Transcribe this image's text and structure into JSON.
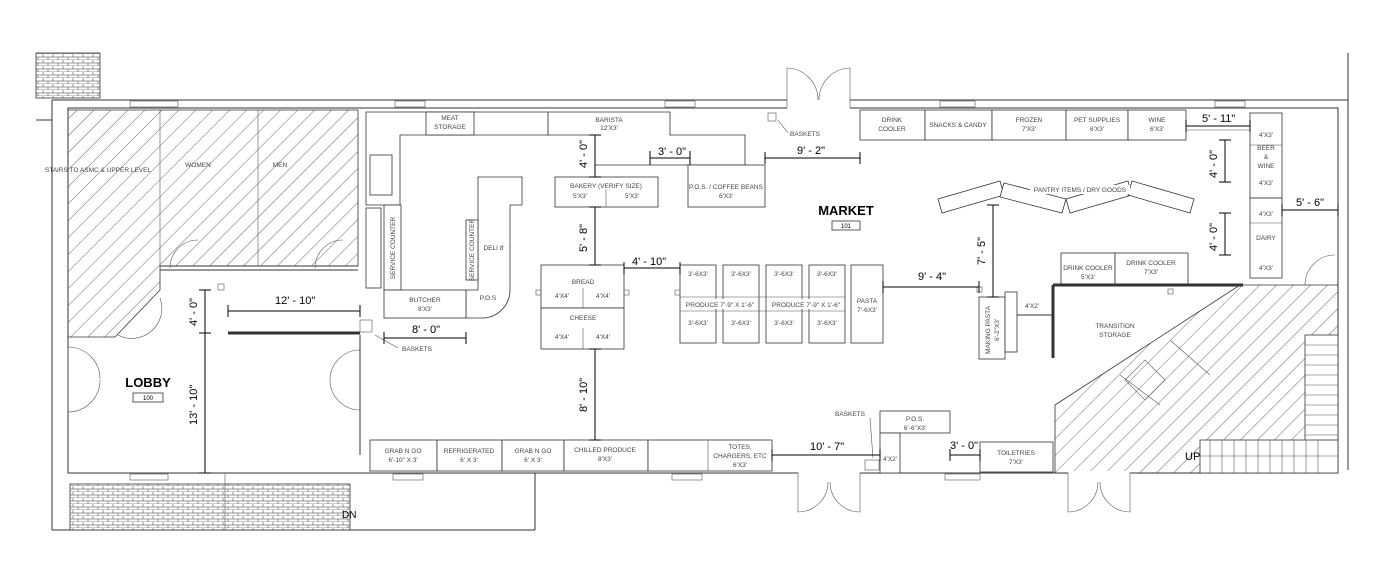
{
  "rooms": {
    "market": {
      "name": "MARKET",
      "number": "101"
    },
    "lobby": {
      "name": "LOBBY",
      "number": "100"
    }
  },
  "areas": {
    "stairs": "STAIRS TO ASMC & UPPER LEVEL",
    "women": "WOMEN",
    "men": "MEN",
    "transition_storage": [
      "TRANSITION",
      "STORAGE"
    ]
  },
  "fixtures": {
    "meat_storage": [
      "MEAT",
      "STORAGE"
    ],
    "barista": [
      "BARISTA",
      "12'X3'"
    ],
    "baskets_top": "BASKETS",
    "bakery": [
      "BAKERY (VERIFY SIZE)",
      "5'X3'",
      "5'X3'"
    ],
    "pos_coffee": [
      "P.O.S. / COFFEE BEANS",
      "6'X3'"
    ],
    "service_counter": "SERVICE COUNTER",
    "service_counter_2": "SERVICE COUNTER",
    "deli": "DELI 8'",
    "butcher": [
      "BUTCHER",
      "8'X3'"
    ],
    "pos_butcher": "P.O.S",
    "baskets_left": "BASKETS",
    "bread": [
      "BREAD",
      "4'X4'",
      "4'X4'"
    ],
    "cheese": [
      "CHEESE",
      "4'X4'",
      "4'X4'"
    ],
    "produce_cell": "3'-6X3'",
    "produce_1": "PRODUCE 7'-9\" X 1'-6\"",
    "produce_2": "PRODUCE 7'-9\" X 1'-6\"",
    "pasta": [
      "PASTA",
      "7'-6X3'"
    ],
    "drink_cooler_top": [
      "DRINK",
      "COOLER"
    ],
    "snacks_candy": "SNACKS & CANDY",
    "frozen": [
      "FROZEN",
      "7'X3'"
    ],
    "pet_supplies": [
      "PET SUPPLIES",
      "6'X3'"
    ],
    "wine": [
      "WINE",
      "6'X3'"
    ],
    "pantry": "PANTRY ITEMS / DRY GOODS",
    "beer_wine": [
      "4'X3'",
      "BEER",
      "&",
      "WINE",
      "4'X3'"
    ],
    "dairy": [
      "4'X3'",
      "DAIRY",
      "4'X3'"
    ],
    "drink_cooler_1": [
      "DRINK COOLER",
      "5'X3'"
    ],
    "drink_cooler_2": [
      "DRINK COOLER",
      "7'X3'"
    ],
    "making_pasta": [
      "MAKING PASTA",
      "6'-2\"X3'"
    ],
    "making_pasta_side": "4'X2'",
    "grab_n_go_1": [
      "GRAB N GO",
      "6'-10\" X 3'"
    ],
    "refrigerated": [
      "REFRIGERATED",
      "6' X 3'"
    ],
    "grab_n_go_2": [
      "GRAB N GO",
      "6' X 3'"
    ],
    "chilled_produce": [
      "CHILLED PRODUCE",
      "8'X3'"
    ],
    "totes": [
      "TOTES,",
      "CHARGERS, ETC",
      "6'X3'"
    ],
    "baskets_bottom": "BASKETS",
    "pos_bottom": [
      "P.O.S.",
      "6'-6\"X3'"
    ],
    "small_4x2": "4'X2'",
    "toiletries": [
      "TOILETRIES",
      "7'X3'"
    ],
    "up": "UP",
    "dn": "DN"
  },
  "dimensions": {
    "d_3_0_top": "3' - 0\"",
    "d_9_2": "9' - 2\"",
    "d_4_0_bakery": "4' - 0\"",
    "d_5_8": "5' - 8\"",
    "d_4_10": "4' - 10\"",
    "d_8_10": "8' - 10\"",
    "d_9_4": "9' - 4\"",
    "d_7_5": "7' - 5\"",
    "d_5_11": "5' - 11\"",
    "d_4_0_right1": "4' - 0\"",
    "d_4_0_right2": "4' - 0\"",
    "d_5_6": "5' - 6\"",
    "d_12_10": "12' - 10\"",
    "d_4_0_lobby": "4' - 0\"",
    "d_8_0": "8' - 0\"",
    "d_13_10": "13' - 10\"",
    "d_10_7": "10' - 7\"",
    "d_3_0_bottom": "3' - 0\""
  }
}
